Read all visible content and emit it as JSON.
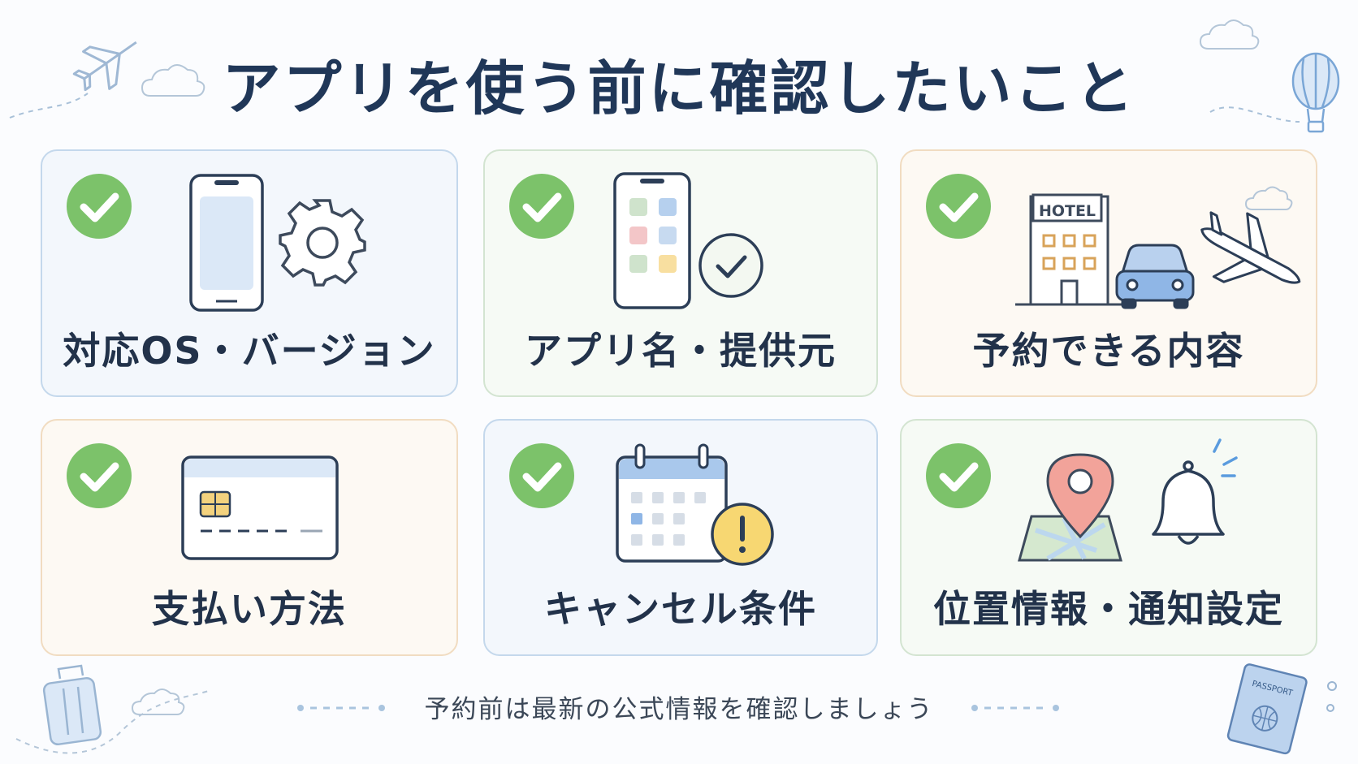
{
  "title": "アプリを使う前に確認したいこと",
  "cards": [
    {
      "label": "対応OS・バージョン",
      "icons": [
        "check-icon",
        "smartphone-icon",
        "gear-icon"
      ]
    },
    {
      "label": "アプリ名・提供元",
      "icons": [
        "check-icon",
        "app-grid-phone-icon",
        "verified-check-icon"
      ]
    },
    {
      "label": "予約できる内容",
      "icons": [
        "check-icon",
        "hotel-icon",
        "car-icon",
        "airplane-icon"
      ],
      "hotel_sign": "HOTEL"
    },
    {
      "label": "支払い方法",
      "icons": [
        "check-icon",
        "credit-card-icon"
      ]
    },
    {
      "label": "キャンセル条件",
      "icons": [
        "check-icon",
        "calendar-icon",
        "warning-icon"
      ]
    },
    {
      "label": "位置情報・通知設定",
      "icons": [
        "check-icon",
        "map-pin-icon",
        "bell-icon"
      ]
    }
  ],
  "footer": "予約前は最新の公式情報を確認しましょう",
  "passport_label": "PASSPORT",
  "colors": {
    "title": "#203758",
    "check": "#7cc26a",
    "card_blue_border": "#c4d8ec",
    "card_green_border": "#d3e4d1",
    "card_orange_border": "#f1dcc1",
    "icon_stroke": "#2c3e57"
  }
}
